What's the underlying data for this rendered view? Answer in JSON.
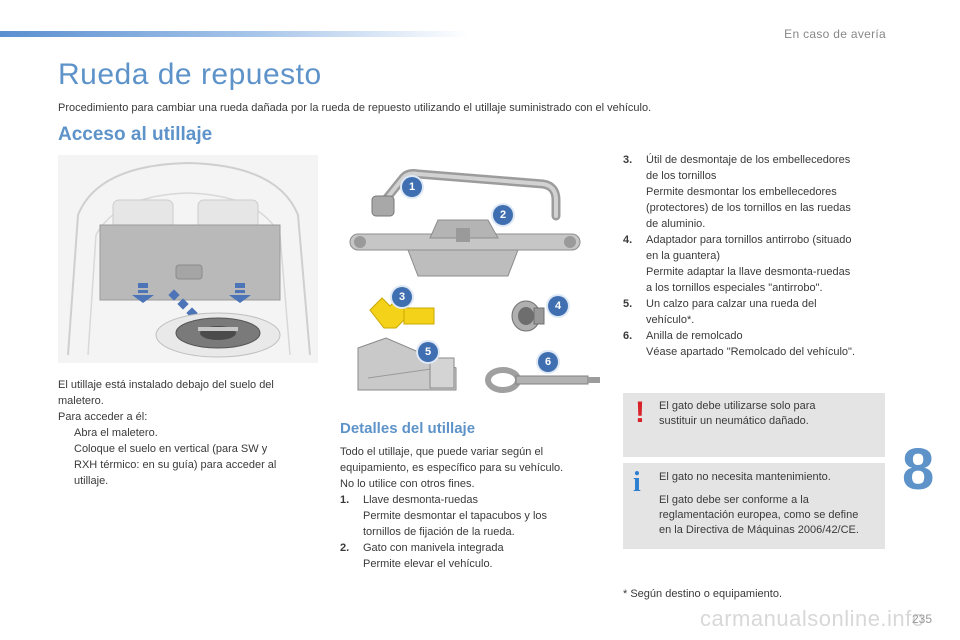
{
  "header": {
    "section": "En caso de avería"
  },
  "title": "Rueda de repuesto",
  "intro": "Procedimiento para cambiar una rueda dañada por la rueda de repuesto utilizando el utillaje suministrado con el vehículo.",
  "access": {
    "heading": "Acceso al utillaje",
    "line1": "El utillaje está instalado debajo del suelo del",
    "line2": "maletero.",
    "line3": "Para acceder a él:",
    "bullet_mark": "",
    "bullet1": "Abra el maletero.",
    "bullet2_l1": "Coloque el suelo en vertical (para SW y",
    "bullet2_l2": "RXH térmico: en su guía) para acceder al",
    "bullet2_l3": "utillaje."
  },
  "details": {
    "heading": "Detalles del utillaje",
    "l1": "Todo el utillaje, que puede variar según el",
    "l2": "equipamiento, es específico para su vehículo.",
    "l3": "No lo utilice con otros fines.",
    "item1_num": "1.",
    "item1_l1": "Llave desmonta-ruedas",
    "item1_l2": "Permite desmontar el tapacubos y los",
    "item1_l3": "tornillos de fijación de la rueda.",
    "item2_num": "2.",
    "item2_l1": "Gato con manivela integrada",
    "item2_l2": "Permite elevar el vehículo."
  },
  "tools_list": {
    "item3_num": "3.",
    "item3_l1": "Útil de desmontaje de los embellecedores",
    "item3_l2": "de los tornillos",
    "item3_l3": "Permite desmontar los embellecedores",
    "item3_l4": "(protectores) de los tornillos en las ruedas",
    "item3_l5": "de aluminio.",
    "item4_num": "4.",
    "item4_l1": "Adaptador para tornillos antirrobo (situado",
    "item4_l2": "en la guantera)",
    "item4_l3": "Permite adaptar la llave desmonta-ruedas",
    "item4_l4": "a los tornillos especiales \"antirrobo\".",
    "item5_num": "5.",
    "item5_l1": "Un calzo para calzar una rueda del",
    "item5_l2": "vehículo*.",
    "item6_num": "6.",
    "item6_l1": "Anilla de remolcado",
    "item6_l2": "Véase apartado \"Remolcado del vehículo\"."
  },
  "warning": {
    "mark": "!",
    "l1": "El gato debe utilizarse solo para",
    "l2": "sustituir un neumático dañado."
  },
  "info": {
    "mark": "i",
    "l1": "El gato no necesita mantenimiento.",
    "l2": "El gato debe ser conforme a la",
    "l3": "reglamentación europea, como se define",
    "l4": "en la Directiva de Máquinas 2006/42/CE."
  },
  "footnote": "* Según destino o equipamiento.",
  "callouts": [
    "1",
    "2",
    "3",
    "4",
    "5",
    "6"
  ],
  "chapter": "8",
  "page_number": "235",
  "watermark": "carmanualsonline.info",
  "colors": {
    "accent": "#5e93c9",
    "callout": "#3f6fb0",
    "warning": "#d8232a",
    "info": "#2f7fd1",
    "box": "#e4e4e4"
  }
}
